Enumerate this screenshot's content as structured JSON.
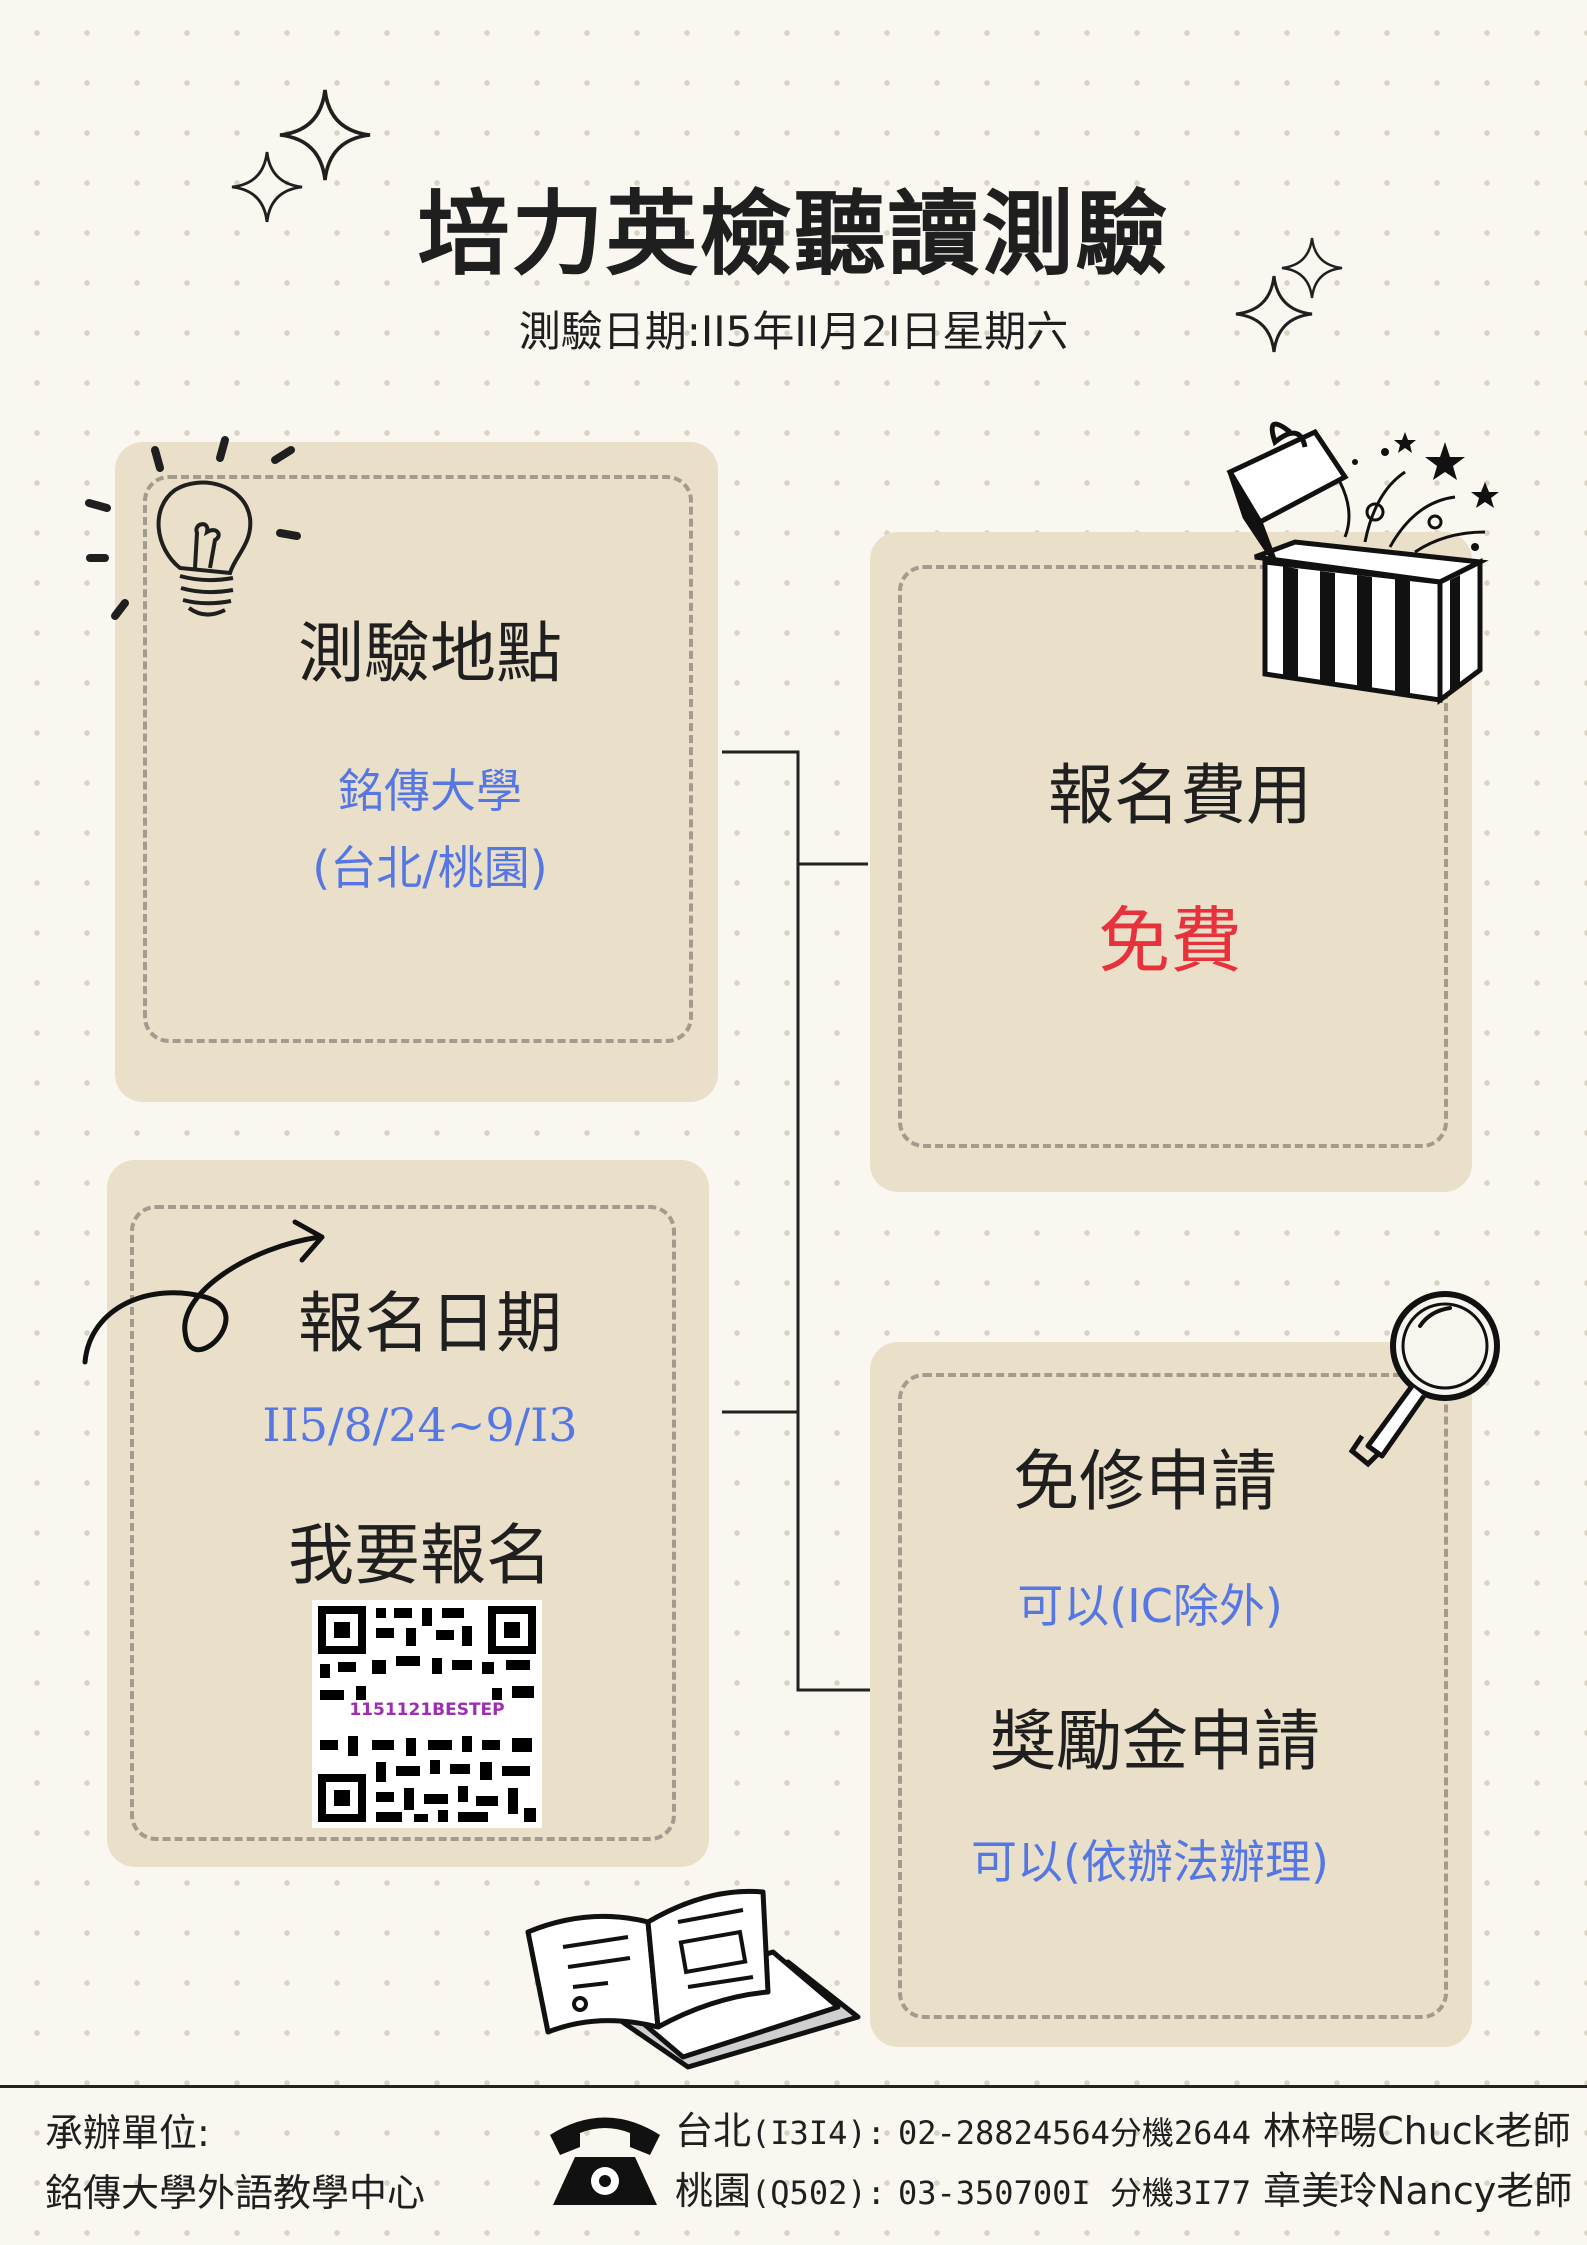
{
  "header": {
    "title": "培力英檢聽讀測驗",
    "date": "測驗日期:II5年II月2I日星期六"
  },
  "location": {
    "heading": "測驗地點",
    "line1": "銘傳大學",
    "line2": "(台北/桃園)"
  },
  "fee": {
    "heading": "報名費用",
    "value": "免費"
  },
  "registration": {
    "heading": "報名日期",
    "dates": "II5/8/24~9/I3",
    "signup": "我要報名",
    "qr_label": "1151121BESTEP"
  },
  "exemption": {
    "heading": "免修申請",
    "value": "可以(IC除外)",
    "scholarship_heading": "獎勵金申請",
    "scholarship_value": "可以(依辦法辦理)"
  },
  "footer": {
    "organizer_label": "承辦單位:",
    "organizer": "銘傳大學外語教學中心",
    "contacts": [
      {
        "campus": "台北",
        "room": "(I3I4):",
        "phone": "02-28824564分機2644",
        "teacher": "林梓暘Chuck老師"
      },
      {
        "campus": "桃園",
        "room": "(Q502):",
        "phone": "03-350700I 分機3I77",
        "teacher": "章美玲Nancy老師"
      }
    ]
  },
  "colors": {
    "card": "#eadfc8",
    "accent_blue": "#5577e3",
    "accent_red": "#e8323b",
    "qr_label": "#9b2fb0"
  },
  "icons": [
    "sparkle-icon",
    "lightbulb-icon",
    "gift-box-icon",
    "arrow-icon",
    "magnifier-icon",
    "book-icon",
    "telephone-icon",
    "qr-code-icon"
  ]
}
